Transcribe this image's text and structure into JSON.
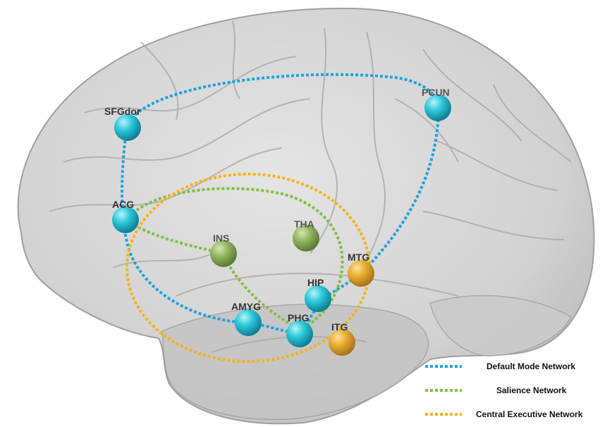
{
  "colors": {
    "dmn": "#1aa3e0",
    "salience": "#7cc242",
    "cen": "#f5b31a",
    "node_cyan": "#22c4d8",
    "node_green": "#8db35a",
    "node_yellow": "#e7ad2e"
  },
  "nodes": {
    "sfgdor": {
      "label": "SFGdor"
    },
    "pcun": {
      "label": "PCUN"
    },
    "acg": {
      "label": "ACG"
    },
    "ins": {
      "label": "INS"
    },
    "tha": {
      "label": "THA"
    },
    "mtg": {
      "label": "MTG"
    },
    "hip": {
      "label": "HIP"
    },
    "amyg": {
      "label": "AMYG"
    },
    "phg": {
      "label": "PHG"
    },
    "itg": {
      "label": "ITG"
    }
  },
  "legend": [
    {
      "label": "Default Mode Network",
      "color": "#1aa3e0"
    },
    {
      "label": "Salience Network",
      "color": "#7cc242"
    },
    {
      "label": "Central Executive Network",
      "color": "#f5b31a"
    }
  ]
}
